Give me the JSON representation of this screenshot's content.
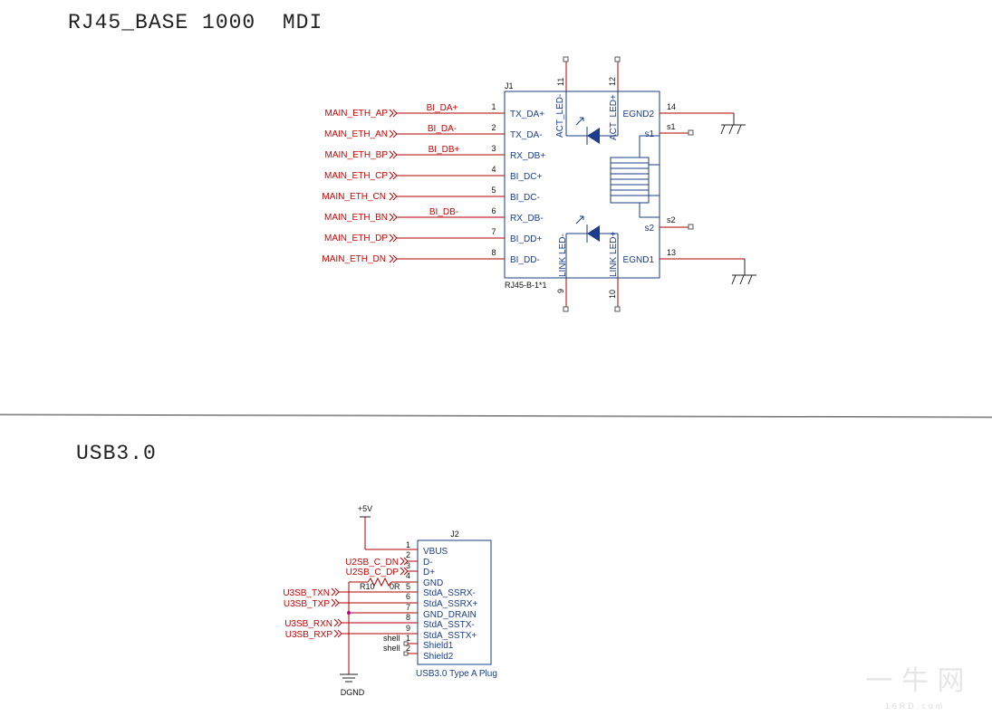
{
  "titles": {
    "rj45": "RJ45_BASE 1000  MDI",
    "usb": "USB3.0"
  },
  "rj45": {
    "ref": "J1",
    "part": "RJ45-B-1*1",
    "left_pins": [
      {
        "net": "MAIN_ETH_AP",
        "sig": "BI_DA+",
        "num": "1",
        "name": "TX_DA+"
      },
      {
        "net": "MAIN_ETH_AN",
        "sig": "BI_DA-",
        "num": "2",
        "name": "TX_DA-"
      },
      {
        "net": "MAIN_ETH_BP",
        "sig": "BI_DB+",
        "num": "3",
        "name": "RX_DB+"
      },
      {
        "net": "MAIN_ETH_CP",
        "sig": "",
        "num": "4",
        "name": "BI_DC+"
      },
      {
        "net": "MAIN_ETH_CN",
        "sig": "",
        "num": "5",
        "name": "BI_DC-"
      },
      {
        "net": "MAIN_ETH_BN",
        "sig": "BI_DB-",
        "num": "6",
        "name": "RX_DB-"
      },
      {
        "net": "MAIN_ETH_DP",
        "sig": "",
        "num": "7",
        "name": "BI_DD+"
      },
      {
        "net": "MAIN_ETH_DN",
        "sig": "",
        "num": "8",
        "name": "BI_DD-"
      }
    ],
    "top_pins": [
      "11",
      "12"
    ],
    "bottom_pins": [
      "9",
      "10"
    ],
    "led_labels": {
      "act_neg": "ACT_LED-",
      "act_pos": "ACT_LED+",
      "link_neg": "LINK LED-",
      "link_pos": "LINK LED+"
    },
    "right_pins": {
      "egnd2": "EGND2",
      "egnd2_num": "14",
      "s1": "s1",
      "s1_num": "s1",
      "s2": "s2",
      "s2_num": "s2",
      "egnd1": "EGND1",
      "egnd1_num": "13"
    }
  },
  "usb": {
    "ref": "J2",
    "part": "USB3.0 Type A Plug",
    "power": "+5V",
    "ground": "DGND",
    "resistor": "R10",
    "resistor_value": "0R",
    "pins": [
      {
        "num": "1",
        "name": ""
      },
      {
        "num": "2",
        "name": "VBUS"
      },
      {
        "num": "3",
        "name": "D-"
      },
      {
        "num": "4",
        "name": "D+"
      },
      {
        "num": "5",
        "name": "GND"
      },
      {
        "num": "6",
        "name": "StdA_SSRX-"
      },
      {
        "num": "7",
        "name": "StdA_SSRX+"
      },
      {
        "num": "8",
        "name": "GND_DRAIN"
      },
      {
        "num": "9",
        "name": "StdA_SSTX-"
      },
      {
        "num": "",
        "name": "StdA_SSTX+"
      },
      {
        "num": "1",
        "name": "Shield1"
      },
      {
        "num": "2",
        "name": "Shield2"
      }
    ],
    "shell_labels": [
      "shell",
      "shell"
    ],
    "nets": {
      "dn": "U2SB_C_DN",
      "dp": "U2SB_C_DP",
      "txn": "U3SB_TXN",
      "txp": "U3SB_TXP",
      "rxn": "U3SB_RXN",
      "rxp": "U3SB_RXP"
    }
  },
  "watermark": {
    "top": "一 牛 网",
    "bottom": "16RD.com"
  }
}
